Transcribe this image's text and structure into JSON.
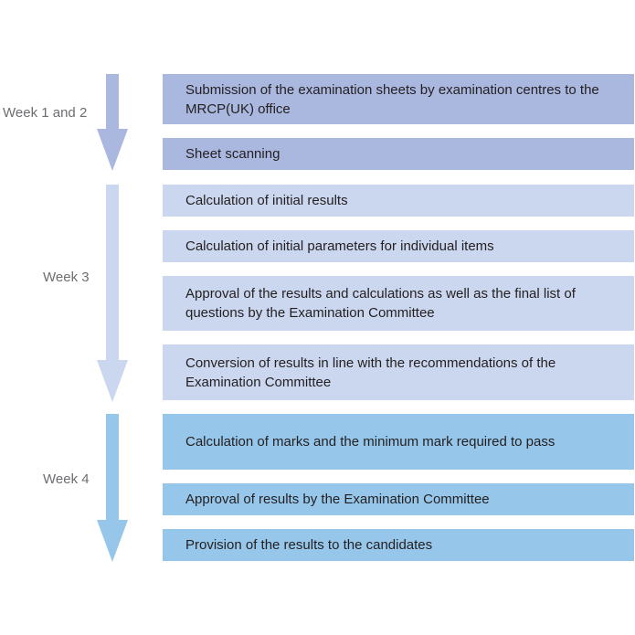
{
  "weeks": [
    {
      "label": "Week 1 and 2",
      "color": "#aab8df",
      "steps": [
        "Submission of the examination sheets by examination centres to the MRCP(UK) office",
        "Sheet scanning"
      ]
    },
    {
      "label": "Week 3",
      "color": "#cbd7ef",
      "steps": [
        "Calculation of initial results",
        "Calculation of initial parameters for individual items",
        "Approval of the results and calculations as well as the final list of questions by the Examination Committee",
        "Conversion of results in line with the recommendations of the Examination Committee"
      ]
    },
    {
      "label": "Week 4",
      "color": "#96c7ea",
      "steps": [
        "Calculation of marks and the minimum mark required to pass",
        "Approval of results by the Examination Committee",
        "Provision of the results to the candidates"
      ]
    }
  ]
}
